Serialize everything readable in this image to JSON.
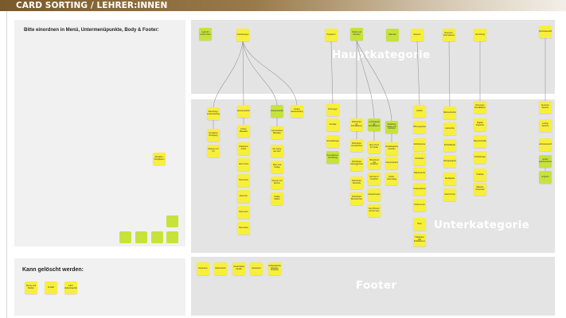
{
  "header": {
    "title": "CARD SORTING / LEHRER:INNEN"
  },
  "left_panel": {
    "instruction": "Bitte einordnen in Menü, Untermenüpunkte, Body &  Footer:"
  },
  "delete_panel": {
    "title": "Kann gelöscht werden:"
  },
  "zones": {
    "main": "Hauptkategorie",
    "sub": "Unterkategorie",
    "footer": "Footer"
  },
  "colors": {
    "yellow": "#f8ef3c",
    "green": "#c7e33a",
    "header": "#8a6a3a"
  },
  "main_cards": [
    {
      "label": "Login für Lehrer:innen",
      "color": "green"
    },
    {
      "label": "Ausstellungen",
      "color": "yellow"
    },
    {
      "label": "Programm",
      "color": "yellow"
    },
    {
      "label": "Kinder und Familien",
      "color": "green"
    },
    {
      "label": "Kalender",
      "color": "green"
    },
    {
      "label": "Museum",
      "color": "yellow"
    },
    {
      "label": "Besucher-informationen",
      "color": "yellow"
    },
    {
      "label": "Vermittlung",
      "color": "yellow"
    },
    {
      "label": "Sprachauswahl",
      "color": "yellow"
    }
  ],
  "sub_columns": [
    [
      {
        "label": "Sammlung / Dauerausstellungen",
        "color": "yellow"
      },
      {
        "label": "Interaktiver Rundgang",
        "color": "yellow"
      },
      {
        "label": "Museum vor Ort",
        "color": "yellow"
      }
    ],
    [
      {
        "label": "Dauerausstellung",
        "color": "yellow"
      },
      {
        "label": "Frühes Mittelalter",
        "color": "yellow"
      },
      {
        "label": "Klassische Antike",
        "color": "yellow"
      },
      {
        "label": "Alter Orient",
        "color": "yellow"
      },
      {
        "label": "Bronzezeit",
        "color": "yellow"
      },
      {
        "label": "Eisenzeit",
        "color": "yellow"
      },
      {
        "label": "Römerzeit",
        "color": "yellow"
      },
      {
        "label": "Steinzeiten",
        "color": "yellow"
      }
    ],
    [
      {
        "label": "Sonderausstellung",
        "color": "green"
      },
      {
        "label": "Lebenswelten Mittelalter",
        "color": "yellow"
      },
      {
        "label": "Die Lanze des Jazz",
        "color": "yellow"
      },
      {
        "label": "Ritter und Heilige",
        "color": "yellow"
      },
      {
        "label": "Mensch und Mythos",
        "color": "yellow"
      },
      {
        "label": "Heilige Stätten",
        "color": "yellow"
      }
    ],
    [
      {
        "label": "Andere Sonderausstellungen",
        "color": "yellow"
      }
    ],
    [
      {
        "label": "Führungen",
        "color": "yellow"
      },
      {
        "label": "Vorträge",
        "color": "yellow"
      },
      {
        "label": "Veranstaltungen",
        "color": "yellow"
      },
      {
        "label": "Generationen-Vermittlung",
        "color": "green"
      }
    ],
    [
      {
        "label": "Workshops für Schulklassen",
        "color": "yellow"
      },
      {
        "label": "Workshops Grundschule",
        "color": "yellow"
      },
      {
        "label": "Workshops Sekundarstufe I",
        "color": "yellow"
      },
      {
        "label": "Workshops Oberstufe",
        "color": "yellow"
      },
      {
        "label": "Workshops Berufsschule",
        "color": "yellow"
      }
    ],
    [
      {
        "label": "Lehrmaterial für Schulklassen",
        "color": "green"
      },
      {
        "label": "Alter Orient für Kinder",
        "color": "yellow"
      },
      {
        "label": "Bodenfund und Frankfurt",
        "color": "yellow"
      },
      {
        "label": "Steinzeit in Frankfurt",
        "color": "yellow"
      },
      {
        "label": "Ausgrabungen",
        "color": "yellow"
      },
      {
        "label": "Den Römern auf der Spur",
        "color": "yellow"
      }
    ],
    [
      {
        "label": "Workshop Kinder und Familien",
        "color": "green"
      },
      {
        "label": "Archäologische Familien",
        "color": "yellow"
      },
      {
        "label": "Ferienprogramm",
        "color": "yellow"
      },
      {
        "label": "Kinder-Geburtstag",
        "color": "yellow"
      }
    ],
    [
      {
        "label": "Anfahrt",
        "color": "yellow"
      },
      {
        "label": "Öffnungszeiten",
        "color": "yellow"
      },
      {
        "label": "Eintrittspreise",
        "color": "yellow"
      },
      {
        "label": "Architektur",
        "color": "yellow"
      },
      {
        "label": "Mitarbeitende",
        "color": "yellow"
      },
      {
        "label": "Kooperationen",
        "color": "yellow"
      },
      {
        "label": "Förderverein",
        "color": "yellow"
      },
      {
        "label": "Shop",
        "color": "yellow"
      },
      {
        "label": "Tätigkeiten und Publikationen",
        "color": "yellow"
      }
    ],
    [
      {
        "label": "Barrierefreiheit",
        "color": "yellow"
      },
      {
        "label": "Garderobe",
        "color": "yellow"
      },
      {
        "label": "Schließfächer",
        "color": "yellow"
      },
      {
        "label": "Bildungsangebot",
        "color": "yellow"
      },
      {
        "label": "Mediaguide",
        "color": "yellow"
      },
      {
        "label": "Gastronomie",
        "color": "yellow"
      }
    ],
    [
      {
        "label": "Führungen Schulklassen",
        "color": "yellow"
      },
      {
        "label": "Digitale Angebote",
        "color": "yellow"
      },
      {
        "label": "Museumskoffer",
        "color": "yellow"
      },
      {
        "label": "Fortbildungen",
        "color": "yellow"
      },
      {
        "label": "Praktika",
        "color": "yellow"
      },
      {
        "label": "Material-Download",
        "color": "yellow"
      }
    ],
    [
      {
        "label": "Deutsche Sprache",
        "color": "yellow"
      },
      {
        "label": "Leichte Sprache",
        "color": "yellow"
      },
      {
        "label": "Gebärdensprache",
        "color": "yellow"
      },
      {
        "label": "andere Sprachversionen",
        "color": "green"
      },
      {
        "label": "Englisch",
        "color": "green"
      }
    ]
  ],
  "left_cards": [
    {
      "label": "Aktuelles / Neuigkeiten",
      "color": "yellow"
    }
  ],
  "delete_cards": [
    {
      "label": "Presse und Medien",
      "color": "yellow"
    },
    {
      "label": "Kontakt",
      "color": "yellow"
    },
    {
      "label": "Jobs / Stellenangebote",
      "color": "yellow"
    }
  ],
  "footer_cards": [
    {
      "label": "Impressum",
      "color": "yellow"
    },
    {
      "label": "Datenschutz",
      "color": "yellow"
    },
    {
      "label": "Social Media Kanäle",
      "color": "yellow"
    },
    {
      "label": "Newsletter",
      "color": "yellow"
    },
    {
      "label": "Archäologisches Museum Frankfurt",
      "color": "yellow"
    }
  ]
}
